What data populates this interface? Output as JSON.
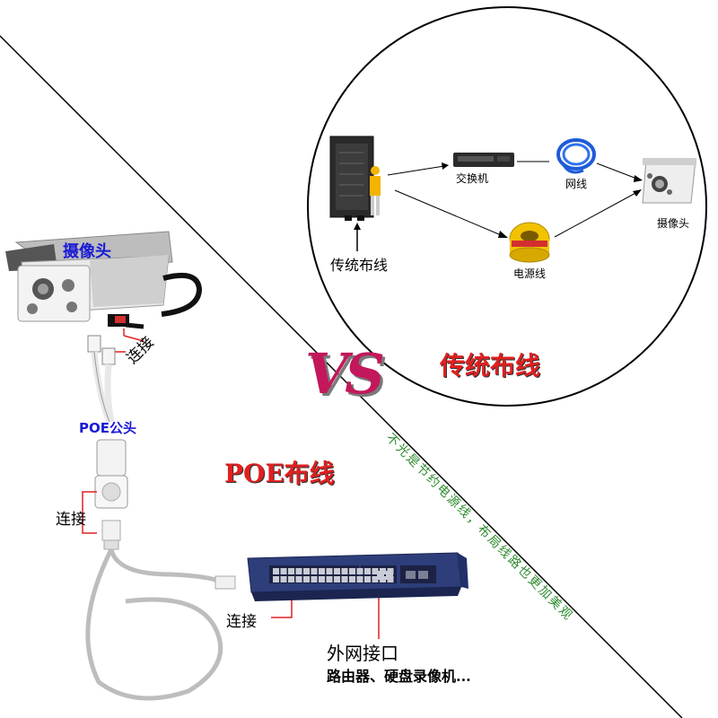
{
  "traditional": {
    "rack_label": "传统布线",
    "switch_label": "交换机",
    "cable_label": "网线",
    "camera_label": "摄像头",
    "power_label": "电源线",
    "title": "传统布线"
  },
  "vs_text": "VS",
  "diagonal_text": "不光是节约电源线，布局线路也更加美观",
  "poe": {
    "camera_label": "摄像头",
    "connect_label_1": "连接",
    "poe_male_label": "POE公头",
    "connect_label_2": "连接",
    "title": "POE布线",
    "connect_label_3": "连接",
    "uplink_label": "外网接口",
    "uplink_desc": "路由器、硬盘录像机..."
  },
  "colors": {
    "accent_red": "#e02020",
    "label_blue": "#1a1ad6",
    "vs_magenta": "#c2185b",
    "diag_green": "#2e8b2e"
  }
}
